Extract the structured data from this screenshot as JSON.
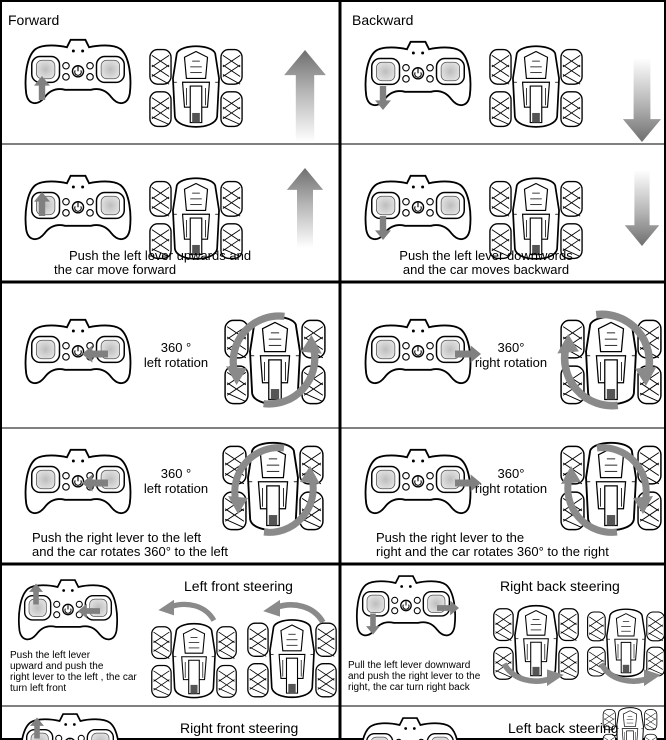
{
  "forward": {
    "title": "Forward",
    "caption_line1": "Push the left lever upwards and",
    "caption_line2": "the car move forward"
  },
  "backward": {
    "title": "Backward",
    "caption_line1": "Push the left lever downwords",
    "caption_line2": "and the car moves backward"
  },
  "left_rotation": {
    "label_top_line1": "360 °",
    "label_top_line2": "left rotation",
    "label_bottom_line1": "360 °",
    "label_bottom_line2": "left rotation",
    "caption_line1": "Push the right lever to the left",
    "caption_line2": "and the car rotates 360° to the left"
  },
  "right_rotation": {
    "label_top_line1": "360°",
    "label_top_line2": "right rotation",
    "label_bottom_line1": "360°",
    "label_bottom_line2": "right rotation",
    "caption_line1": "Push the right lever  to the",
    "caption_line2": "right and the car rotates 360° to the right"
  },
  "left_front_steering": {
    "title": "Left front steering",
    "caption_line1": "Push the left lever",
    "caption_line2": "upward and push the",
    "caption_line3": "right lever to the left , the car",
    "caption_line4": "turn left front"
  },
  "right_back_steering": {
    "title": "Right back steering",
    "caption_line1": "Pull the left lever downward",
    "caption_line2": "and push the right lever to the",
    "caption_line3": "right, the car turn right back"
  },
  "right_front_steering": {
    "title": "Right front steering"
  },
  "left_back_steering": {
    "title": "Left back steering"
  },
  "colors": {
    "arrow": "#7a7a7a",
    "joystick_fill": "#cfcfcf",
    "line": "#000000"
  }
}
